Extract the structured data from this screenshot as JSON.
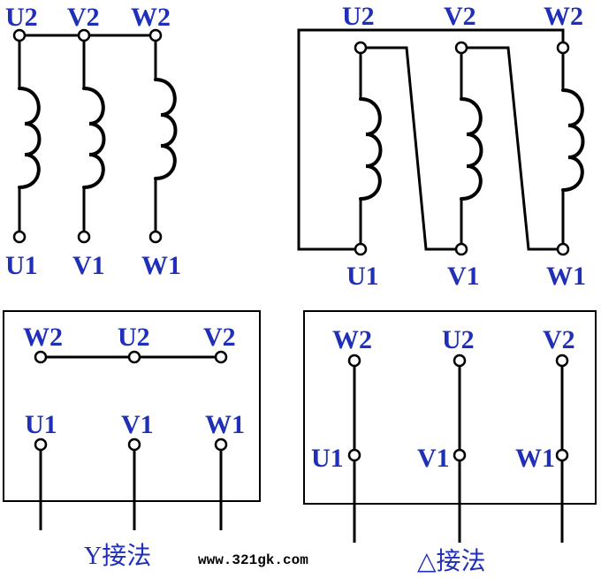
{
  "terminals": {
    "U1": "U1",
    "V1": "V1",
    "W1": "W1",
    "U2": "U2",
    "V2": "V2",
    "W2": "W2"
  },
  "captions": {
    "star": "Y接法",
    "delta": "△接法",
    "site": "www.321gk.com"
  }
}
